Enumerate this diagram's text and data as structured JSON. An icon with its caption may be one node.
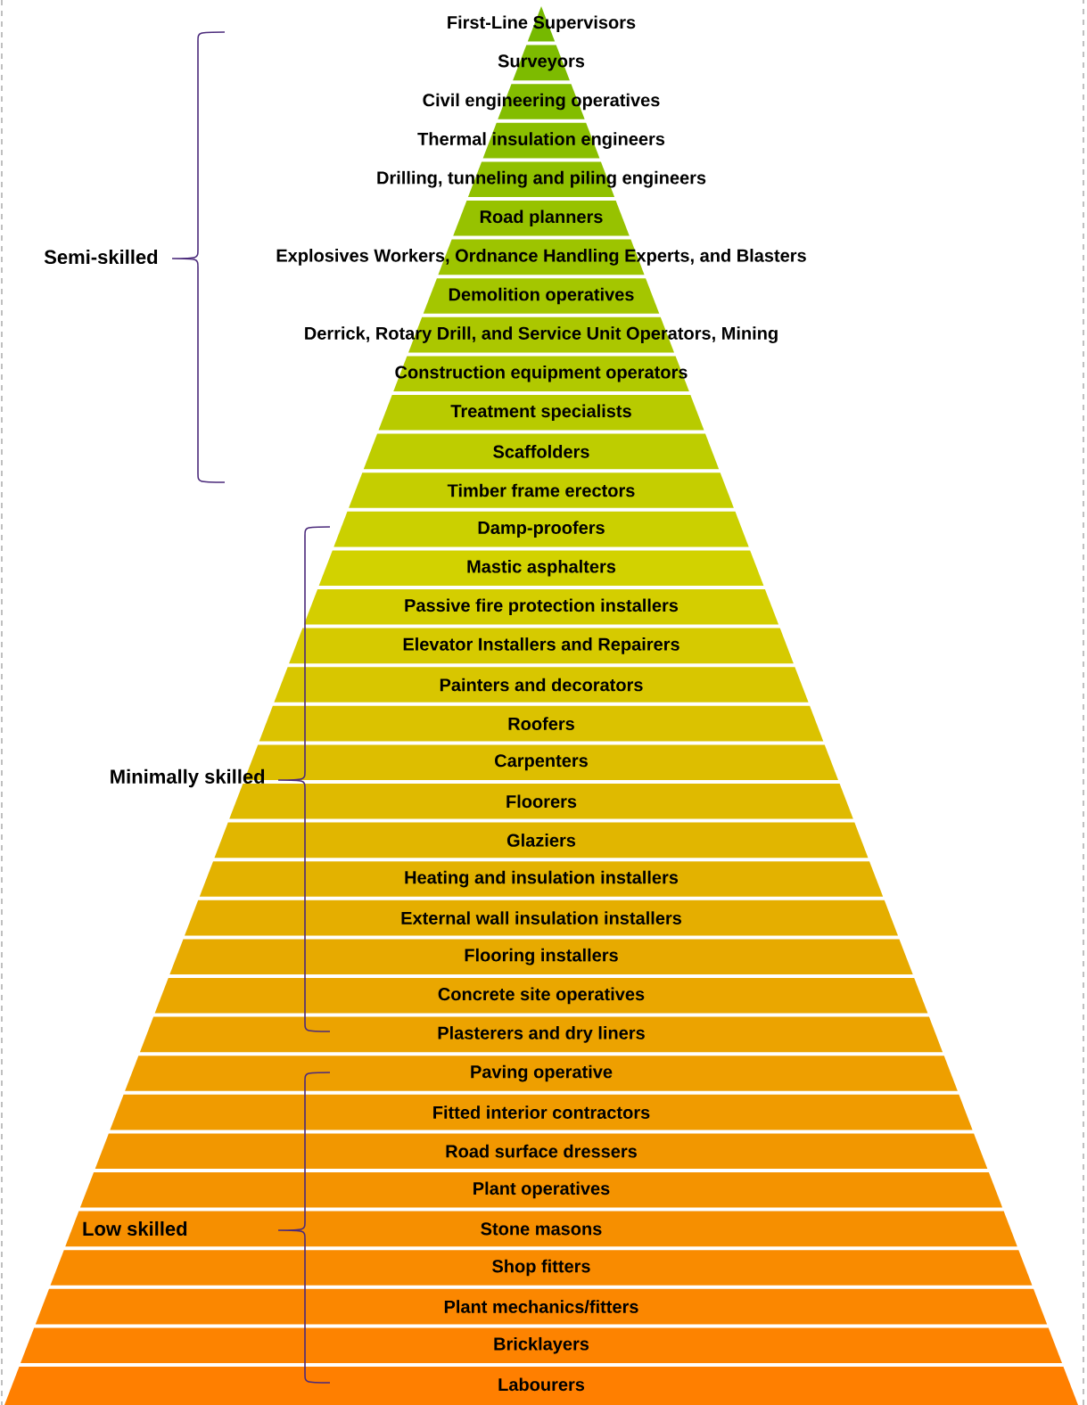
{
  "diagram": {
    "nodes": [
      {
        "text": [
          "First-Line Supervisors"
        ]
      },
      {
        "text": [
          "Surveyors"
        ]
      },
      {
        "text": [
          "Civil engineering operatives"
        ]
      },
      {
        "text": [
          "Thermal insulation engineers"
        ]
      },
      {
        "text": [
          "Drilling, tunneling and piling engineers"
        ]
      },
      {
        "text": [
          "Road planners"
        ]
      },
      {
        "text": [
          "Explosives Workers, Ordnance Handling Experts, and Blasters"
        ]
      },
      {
        "text": [
          "Demolition operatives"
        ]
      },
      {
        "text": [
          "Derrick, Rotary Drill, and Service Unit Operators, Mining"
        ]
      },
      {
        "text": [
          "Construction equipment operators"
        ]
      },
      {
        "text": [
          "Treatment specialists"
        ]
      },
      {
        "text": [
          "Scaffolders"
        ]
      },
      {
        "text": [
          "Timber frame erectors"
        ]
      },
      {
        "text": [
          "Damp-proofers"
        ]
      },
      {
        "text": [
          "Mastic asphalters"
        ]
      },
      {
        "text": [
          "Passive fire protection installers"
        ]
      },
      {
        "text": [
          "Elevator Installers and Repairers"
        ]
      },
      {
        "text": [
          "Painters and decorators"
        ]
      },
      {
        "text": [
          "Roofers"
        ]
      },
      {
        "text": [
          "Carpenters"
        ]
      },
      {
        "text": [
          "Floorers"
        ]
      },
      {
        "text": [
          "Glaziers"
        ]
      },
      {
        "text": [
          "Heating and insulation installers"
        ]
      },
      {
        "text": [
          "External wall insulation installers"
        ]
      },
      {
        "text": [
          "Flooring installers"
        ]
      },
      {
        "text": [
          "Concrete site operatives"
        ]
      },
      {
        "text": [
          "Plasterers and dry liners"
        ]
      },
      {
        "text": [
          "Paving operative"
        ]
      },
      {
        "text": [
          "Fitted interior contractors"
        ]
      },
      {
        "text": [
          "Road surface dressers"
        ]
      },
      {
        "text": [
          "Plant operatives"
        ]
      },
      {
        "text": [
          "Stone masons"
        ]
      },
      {
        "text": [
          "Shop fitters"
        ]
      },
      {
        "text": [
          "Plant mechanics/fitters"
        ]
      },
      {
        "text": [
          "Bricklayers"
        ]
      },
      {
        "text": [
          "Labourers"
        ]
      }
    ],
    "labels": [
      "Semi-skilled",
      "Minimally skilled",
      "Low skilled"
    ]
  }
}
